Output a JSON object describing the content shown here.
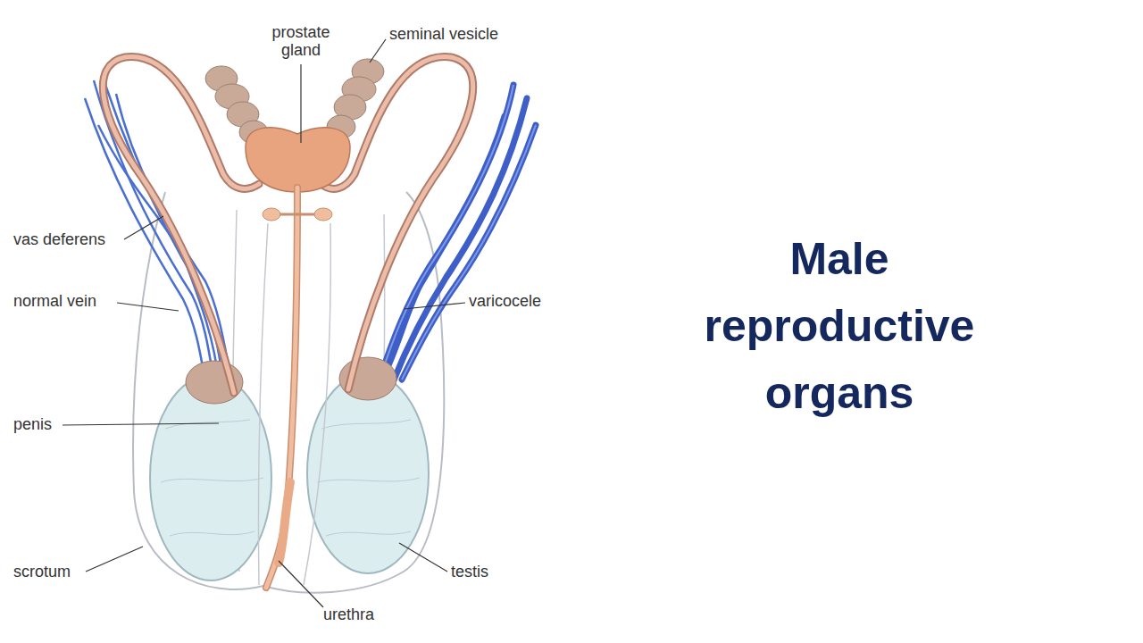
{
  "diagram": {
    "title": "Male reproductive organs",
    "labels": [
      "prostate gland",
      "seminal vesicle",
      "vas deferens",
      "normal vein",
      "varicocele",
      "penis",
      "scrotum",
      "testis",
      "urethra"
    ]
  }
}
